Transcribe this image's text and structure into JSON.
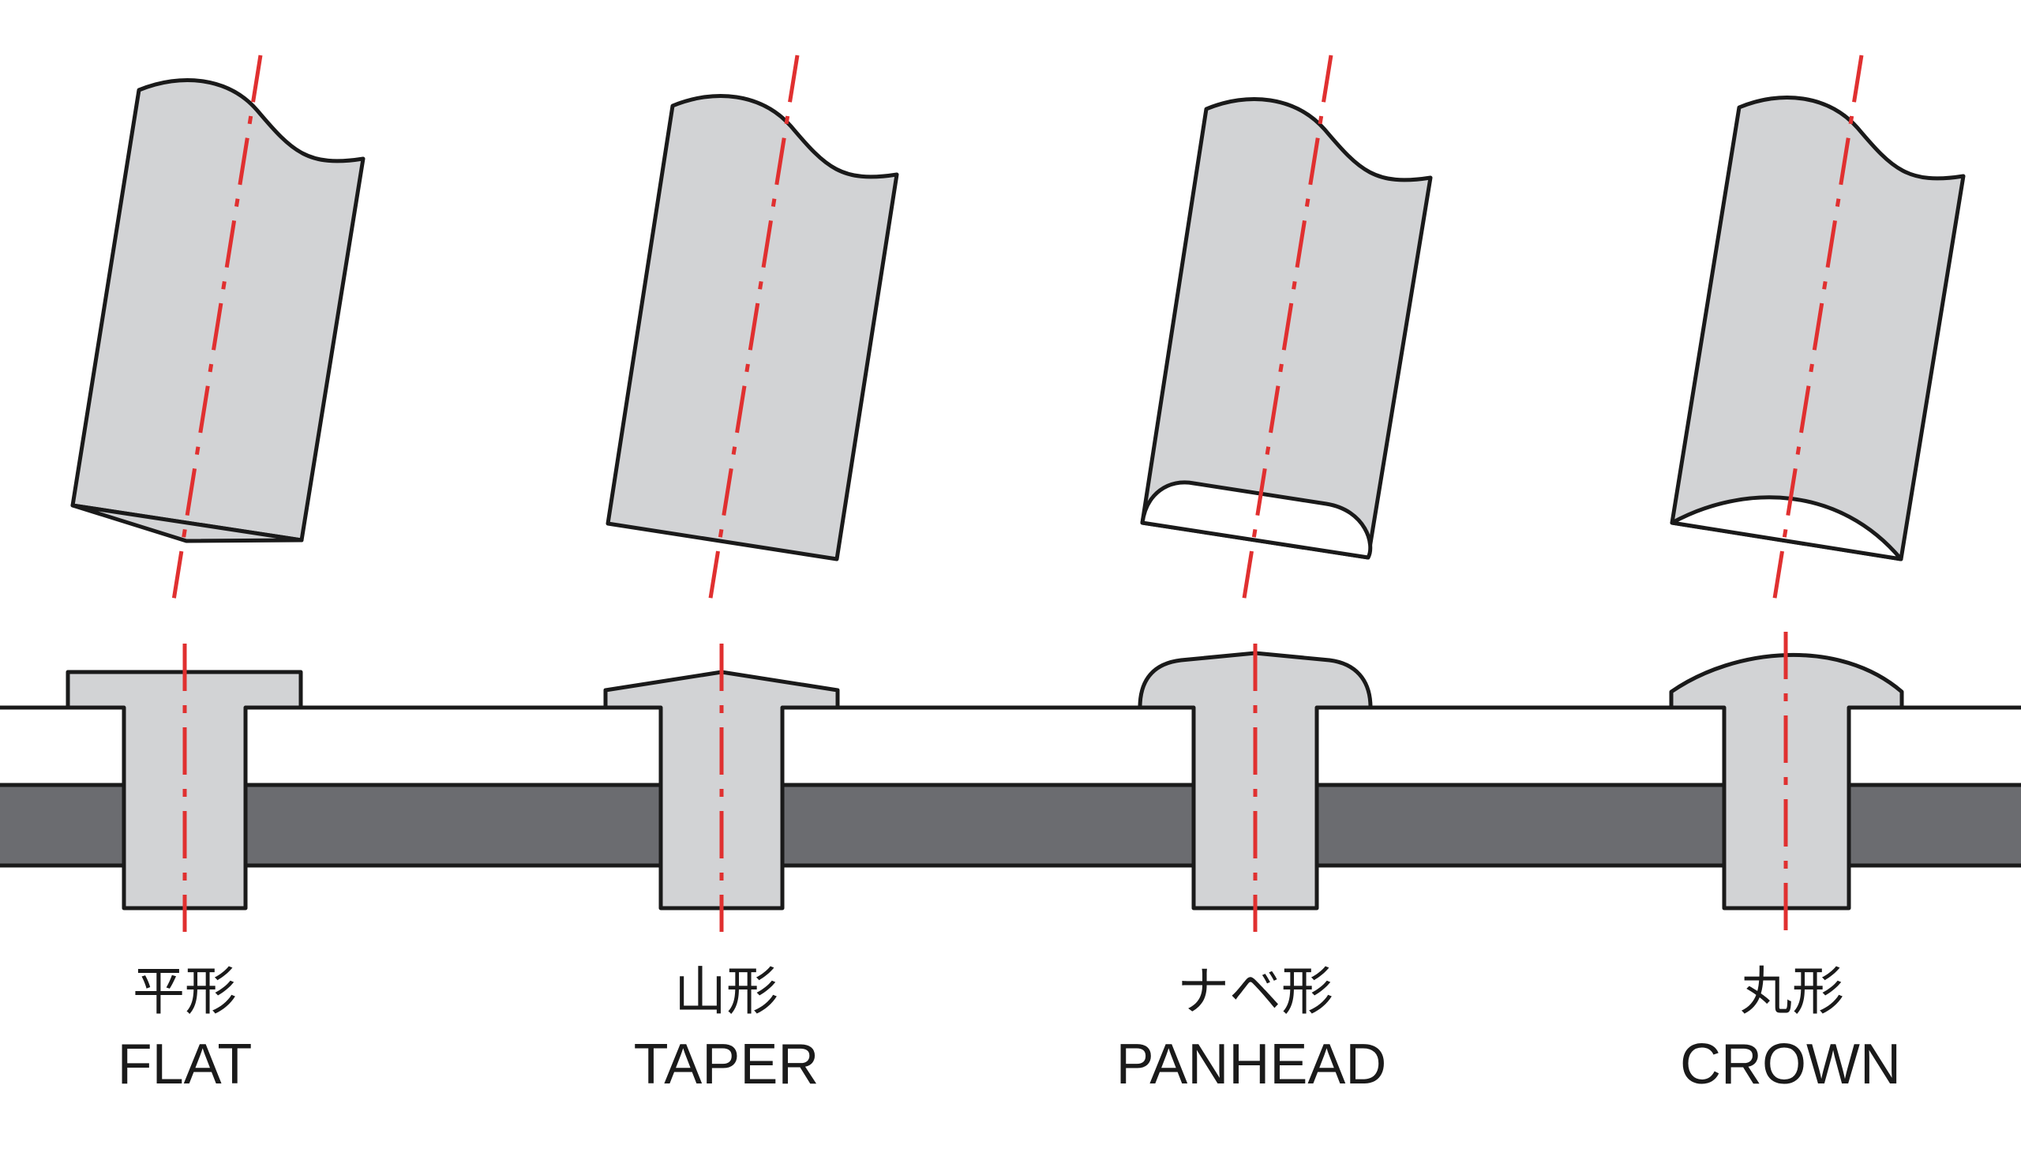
{
  "colors": {
    "tool_fill": "#d2d3d5",
    "rivet_fill": "#d2d3d5",
    "plate_dark": "#6b6c70",
    "outline": "#1a1a1a",
    "center_line": "#e03030"
  },
  "rivets": [
    {
      "id": "flat",
      "label_jp": "平形",
      "label_en": "FLAT"
    },
    {
      "id": "taper",
      "label_jp": "山形",
      "label_en": "TAPER"
    },
    {
      "id": "panhead",
      "label_jp": "ナベ形",
      "label_en": "PANHEAD"
    },
    {
      "id": "crown",
      "label_jp": "丸形",
      "label_en": "CROWN"
    }
  ]
}
